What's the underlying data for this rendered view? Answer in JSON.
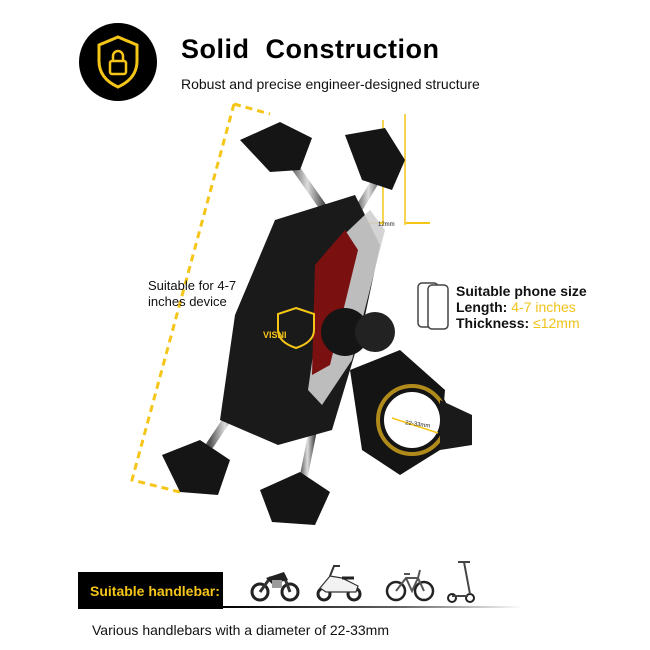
{
  "header": {
    "title": "Solid  Construction",
    "subtitle": "Robust and precise engineer-designed structure",
    "icon": "shield-lock-icon",
    "accent_color": "#f5c518"
  },
  "product": {
    "device_label": "Suitable for 4-7 inches device",
    "thickness_dim": "12mm",
    "diameter_dim": "22-33mm",
    "logo_text": "VISNI"
  },
  "specs": {
    "title": "Suitable phone size",
    "length_label": "Length: ",
    "length_value": "4-7 inches",
    "thickness_label": "Thickness: ",
    "thickness_value": "≤12mm",
    "icon": "phone-icon"
  },
  "handlebar": {
    "label": "Suitable handlebar:",
    "vehicles": [
      "motorcycle-icon",
      "scooter-icon",
      "bicycle-icon",
      "kick-scooter-icon"
    ],
    "footer": "Various handlebars with a diameter of 22-33mm"
  }
}
